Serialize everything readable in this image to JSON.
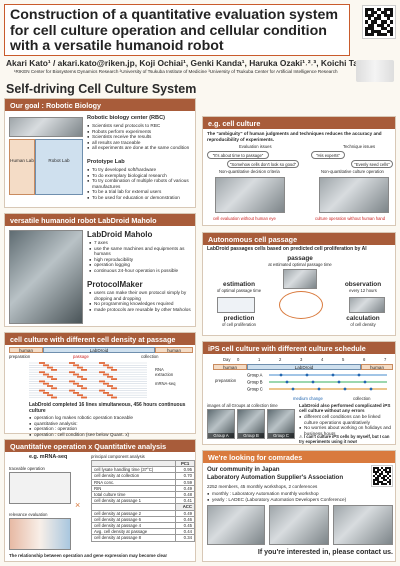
{
  "header": {
    "title": "Construction of a quantitative evaluation system for cell culture operation and cellular condition with a versatile humanoid robot",
    "authors": "Akari Kato¹ / akari.kato@riken.jp, Koji Ochiai¹, Genki Kanda¹, Haruka Ozaki¹˒²˒³, Koichi Takahashi¹",
    "affiliations": "¹RIKEN Center for Biosystems Dynamics Research  ²University of Tsukuba Institute of Medicine  ³University of Tsukuba Center for Artificial Intelligence Research",
    "main_heading": "Self-driving Cell Culture System"
  },
  "goal": {
    "heading": "Our goal : Robotic Biology",
    "human_lab": "Human Lab",
    "robot_lab": "Robot Lab",
    "rbc_title": "Robotic biology center (RBC)",
    "rbc_items": [
      "Scientists send protocols to RBC",
      "Robots perform experiments",
      "Scientists receive the results",
      "all results are traceable",
      "all experiments are done at the same condition"
    ],
    "proto_title": "Prototype Lab",
    "proto_items": [
      "To try developed soft/hardware",
      "To do exemplary biological research",
      "To try combination of multiple robots of various manufactures",
      "To be a trial lab for external users",
      "To be used for education or demonstration"
    ]
  },
  "eg": {
    "heading": "e.g. cell culture",
    "text": "The \"ambiguity\" of human judgments and techniques reduces the accuracy and reproducibility of experiments.",
    "eval_label": "Evaluation issues",
    "tech_label": "Technique issues",
    "bubble1": "\"It's about time to passage\"",
    "bubble2": "\"Somehow cells don't look so good\"",
    "bubble3": "\"His experts\"",
    "bubble4": "\"Evenly seed cells\"",
    "cap1": "Non-quantitative decision criteria",
    "cap2": "Non-quantitative culture operation",
    "foot1": "cell evaluation without human eye",
    "foot2": "culture operation without human hand"
  },
  "maholo": {
    "heading": "versatile humanoid robot LabDroid Maholo",
    "title": "LabDroid Maholo",
    "items": [
      "7 axes",
      "use the same machines and equipments as humans",
      "high reproducibility",
      "operation logging",
      "continuous 24-hour operation is possible"
    ],
    "pm_title": "ProtocolMaker",
    "pm_items": [
      "users can make their own protocol simply by dropping and dropping",
      "No programming knowledges required",
      "made protocols are reusable by other Maholos"
    ]
  },
  "auto": {
    "heading": "Autonomous cell passage",
    "subtitle": "LabDroid passages cells based on predicted cell proliferation by AI",
    "passage": "passage",
    "passage_sub": "at estimated optimal passage time",
    "estimation": "estimation",
    "estimation_sub": "of optimal passage time",
    "observation": "observation",
    "observation_sub": "every 12 hours",
    "prediction": "prediction",
    "prediction_sub": "of cell proliferation",
    "calculation": "calculation",
    "calculation_sub": "of cell density"
  },
  "density": {
    "heading": "cell culture with different cell density at passage",
    "human": "human",
    "labdroid": "LabDroid",
    "human2": "human",
    "preparation": "preparation",
    "passage": "passage",
    "collection": "collection",
    "rna": "RNA extraction",
    "mrna": "mRNA-seq",
    "result_title": "LabDroid completed 16 lines simultaneous, 456 hours continuous culture",
    "result_items": [
      "operation log makes robotic operation traceable",
      "quantitative analysis:",
      "operation : operation",
      "operation : cell condition (see below Quant. x)"
    ]
  },
  "ips": {
    "heading": "iPS cell culture with different culture schedule",
    "day_label": "Day",
    "days": [
      "0",
      "1",
      "2",
      "3",
      "4",
      "5",
      "6",
      "7"
    ],
    "human": "human",
    "labdroid": "LabDroid",
    "human2": "human",
    "preparation": "preparation",
    "groups": [
      "Group A",
      "Group B",
      "Group C"
    ],
    "medium_change": "medium change",
    "collection": "collection",
    "images_caption": "images of all Groups at collection time",
    "thumbs": [
      "Group A",
      "Group B",
      "Group C"
    ],
    "result_title": "LabDroid also performed complicated iPS cell culture without any errors",
    "result_items": [
      "different cell conditions can be linked culture operations quantitatively",
      "No worries about working on holidays and business hours"
    ],
    "warning": "⚠ I can't culture iPS cells by myself, but I can try experiments using it now!"
  },
  "quant": {
    "heading": "Quantitative operation x Quantitative analysis",
    "eg": "e.g. mRNA-seq",
    "traceable": "traceable operation",
    "pca_title": "principal component analysis",
    "pc_head": [
      "",
      "PC1"
    ],
    "pc_rows": [
      [
        "cell lysate handling time (37°C)",
        "0.95"
      ],
      [
        "cell density at collection",
        "0.70"
      ],
      [
        "RNA conc.",
        "0.59"
      ],
      [
        "RIN",
        "0.49"
      ],
      [
        "total culture time",
        "0.48"
      ],
      [
        "cell density at passage 1",
        "0.41"
      ],
      [
        "",
        "ACC"
      ],
      [
        "cell density at passage 2",
        "0.49"
      ],
      [
        "cell density at passage 6",
        "0.46"
      ],
      [
        "cell density at passage 4",
        "0.45"
      ],
      [
        "Avg. cell density at passage",
        "0.44"
      ],
      [
        "cell density at passage 8",
        "0.34"
      ]
    ],
    "relevance": "relevance evaluation",
    "footer": "The relationship between operation and gene expression may become clear"
  },
  "comrades": {
    "heading": "We're looking for comrades",
    "title": "Our community in Japan",
    "org": "Laboratory Automation Supplier's Association",
    "stats": "2252 members, 45 monthly workshops, 2 conferences",
    "items": [
      "monthly : Laboratory Automation monthly workshop",
      "yearly : LADEC (Laboratory Automation Developers Conference)"
    ],
    "footer": "If you're interested in, please contact us."
  }
}
